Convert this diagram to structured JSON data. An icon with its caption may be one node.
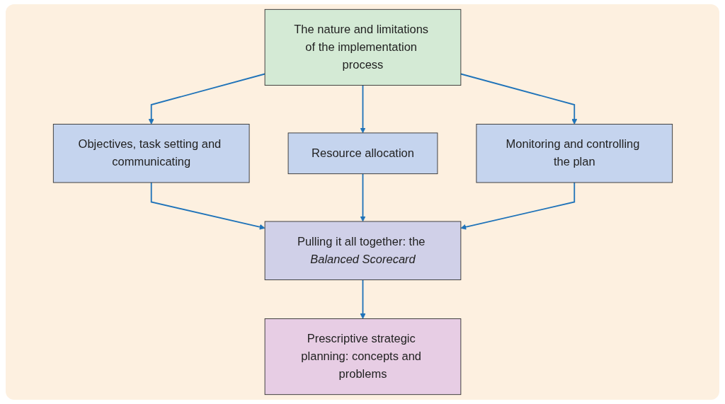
{
  "diagram": {
    "nodes": [
      {
        "text": [
          "The nature and limitations of the implementation process"
        ]
      },
      {
        "text": [
          "Objectives, task setting and communicating"
        ]
      },
      {
        "text": [
          "Resource allocation"
        ]
      },
      {
        "text": [
          "Monitoring and controlling the plan"
        ]
      },
      {
        "text": [
          "Pulling it all together: the *Balanced Scorecard*"
        ]
      },
      {
        "text": [
          "Prescriptive strategic planning: concepts and problems"
        ]
      }
    ],
    "edges": [
      {
        "from": 0,
        "to": 1,
        "arrow": "to"
      },
      {
        "from": 0,
        "to": 2,
        "arrow": "to"
      },
      {
        "from": 0,
        "to": 3,
        "arrow": "to"
      },
      {
        "from": 1,
        "to": 4,
        "arrow": "to"
      },
      {
        "from": 2,
        "to": 4,
        "arrow": "to"
      },
      {
        "from": 3,
        "to": 4,
        "arrow": "to"
      },
      {
        "from": 4,
        "to": 5,
        "arrow": "to"
      }
    ]
  }
}
